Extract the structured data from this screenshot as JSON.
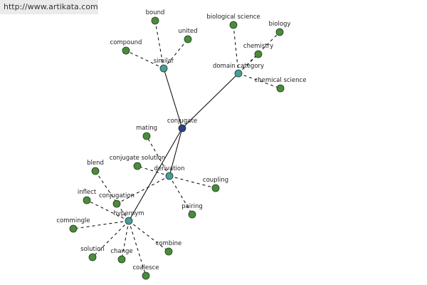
{
  "header": {
    "url": "http://www.artikata.com"
  },
  "colors": {
    "root_node": "#2e3f8c",
    "relation_node": "#4a9a9e",
    "term_node": "#4c8a3c",
    "solid_edge": "#000000",
    "dashed_edge": "#000000"
  },
  "graph": {
    "root": "conjugate",
    "relations": [
      "similar",
      "domain category",
      "derivation",
      "hypernym"
    ],
    "nodes": {
      "conjugate": {
        "label": "conjugate",
        "kind": "root"
      },
      "similar": {
        "label": "similar",
        "kind": "relation"
      },
      "domain_category": {
        "label": "domain category",
        "kind": "relation"
      },
      "derivation": {
        "label": "derivation",
        "kind": "relation"
      },
      "hypernym": {
        "label": "hypernym",
        "kind": "relation"
      },
      "bound": {
        "label": "bound",
        "kind": "term"
      },
      "united": {
        "label": "united",
        "kind": "term"
      },
      "compound": {
        "label": "compound",
        "kind": "term"
      },
      "biological_science": {
        "label": "biological science",
        "kind": "term"
      },
      "biology": {
        "label": "biology",
        "kind": "term"
      },
      "chemistry": {
        "label": "chemistry",
        "kind": "term"
      },
      "chemical_science": {
        "label": "chemical science",
        "kind": "term"
      },
      "mating": {
        "label": "mating",
        "kind": "term"
      },
      "conjugate_solution": {
        "label": "conjugate solution",
        "kind": "term"
      },
      "blend": {
        "label": "blend",
        "kind": "term"
      },
      "coupling": {
        "label": "coupling",
        "kind": "term"
      },
      "inflect": {
        "label": "inflect",
        "kind": "term"
      },
      "conjugation": {
        "label": "conjugation",
        "kind": "term"
      },
      "pairing": {
        "label": "pairing",
        "kind": "term"
      },
      "commingle": {
        "label": "commingle",
        "kind": "term"
      },
      "combine": {
        "label": "combine",
        "kind": "term"
      },
      "solution": {
        "label": "solution",
        "kind": "term"
      },
      "change": {
        "label": "change",
        "kind": "term"
      },
      "coalesce": {
        "label": "coalesce",
        "kind": "term"
      }
    },
    "edges": [
      {
        "from": "conjugate",
        "to": "similar",
        "style": "solid"
      },
      {
        "from": "conjugate",
        "to": "domain_category",
        "style": "solid"
      },
      {
        "from": "conjugate",
        "to": "derivation",
        "style": "solid"
      },
      {
        "from": "conjugate",
        "to": "hypernym",
        "style": "solid"
      },
      {
        "from": "similar",
        "to": "bound",
        "style": "dashed"
      },
      {
        "from": "similar",
        "to": "united",
        "style": "dashed"
      },
      {
        "from": "similar",
        "to": "compound",
        "style": "dashed"
      },
      {
        "from": "domain_category",
        "to": "biological_science",
        "style": "dashed"
      },
      {
        "from": "domain_category",
        "to": "biology",
        "style": "dashed"
      },
      {
        "from": "domain_category",
        "to": "chemistry",
        "style": "dashed"
      },
      {
        "from": "domain_category",
        "to": "chemical_science",
        "style": "dashed"
      },
      {
        "from": "derivation",
        "to": "mating",
        "style": "dashed"
      },
      {
        "from": "derivation",
        "to": "conjugate_solution",
        "style": "dashed"
      },
      {
        "from": "derivation",
        "to": "coupling",
        "style": "dashed"
      },
      {
        "from": "derivation",
        "to": "conjugation",
        "style": "dashed"
      },
      {
        "from": "derivation",
        "to": "pairing",
        "style": "dashed"
      },
      {
        "from": "hypernym",
        "to": "blend",
        "style": "dashed"
      },
      {
        "from": "hypernym",
        "to": "inflect",
        "style": "dashed"
      },
      {
        "from": "hypernym",
        "to": "commingle",
        "style": "dashed"
      },
      {
        "from": "hypernym",
        "to": "combine",
        "style": "dashed"
      },
      {
        "from": "hypernym",
        "to": "solution",
        "style": "dashed"
      },
      {
        "from": "hypernym",
        "to": "change",
        "style": "dashed"
      },
      {
        "from": "hypernym",
        "to": "coalesce",
        "style": "dashed"
      }
    ]
  }
}
